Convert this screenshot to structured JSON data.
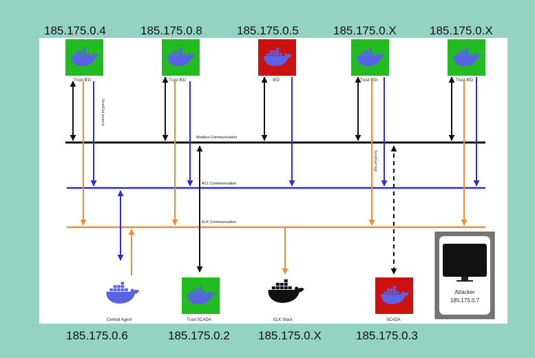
{
  "top_nodes": [
    {
      "ip": "185.175.0.4",
      "role": "Trust IED",
      "status": "trusted"
    },
    {
      "ip": "185.175.0.8",
      "role": "Trust IED",
      "status": "trusted"
    },
    {
      "ip": "185.175.0.5",
      "role": "IED",
      "status": "untrusted"
    },
    {
      "ip": "185.175.0.X",
      "role": "Trust IED",
      "status": "trusted"
    },
    {
      "ip": "185.175.0.X",
      "role": "Trust IED",
      "status": "trusted"
    }
  ],
  "bottom_nodes": [
    {
      "ip": "185.175.0.6",
      "role": "Central Agent",
      "status": "agent"
    },
    {
      "ip": "185.175.0.2",
      "role": "Trust SCADA",
      "status": "trusted"
    },
    {
      "ip": "185.175.0.X",
      "role": "ELK Stack",
      "status": "elk"
    },
    {
      "ip": "185.175.0.3",
      "role": "SCADA",
      "status": "untrusted"
    }
  ],
  "buses": {
    "modbus": "Modbus Communication",
    "acl": "ACL Communication",
    "elk": "ELK Communication"
  },
  "side_labels": {
    "left": "Send/Get numeric",
    "right": "Send/Get logs"
  },
  "attacker": {
    "title": "Attacker",
    "ip": "185.175.0.7"
  },
  "colors": {
    "background": "#94d3c2",
    "canvas": "#ffffff",
    "trusted": "#22bb22",
    "untrusted": "#cc1111",
    "docker": "#5a63e6",
    "modbus": "#111111",
    "acl": "#2a2ae8",
    "elk": "#f58a2e"
  },
  "icons": {
    "node": "docker-whale-icon",
    "attacker": "monitor-icon"
  }
}
